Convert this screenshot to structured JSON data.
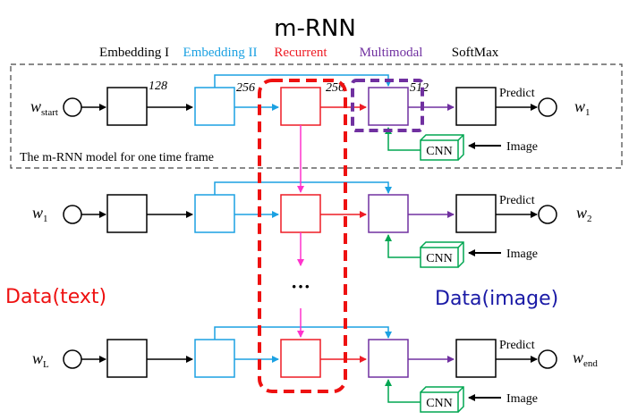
{
  "diagram": {
    "title": "m-RNN",
    "headers": {
      "embedding1": "Embedding I",
      "embedding2": "Embedding II",
      "recurrent": "Recurrent",
      "multimodal": "Multimodal",
      "softmax": "SoftMax"
    },
    "dims": {
      "d128": "128",
      "d256a": "256",
      "d256b": "256",
      "d512": "512"
    },
    "frame_caption": "The m-RNN model for one time frame",
    "rows": [
      {
        "input_main": "w",
        "input_sub": "start",
        "output_main": "w",
        "output_sub": "1"
      },
      {
        "input_main": "w",
        "input_sub": "1",
        "output_main": "w",
        "output_sub": "2"
      },
      {
        "input_main": "w",
        "input_sub": "L",
        "output_main": "w",
        "output_sub": "end"
      }
    ],
    "predict_label": "Predict",
    "cnn_label": "CNN",
    "image_label": "Image",
    "ellipsis": "···",
    "side_labels": {
      "left": "Data(text)",
      "right": "Data(image)"
    },
    "colors": {
      "black": "#000000",
      "embedding2": "#1ba1e2",
      "recurrent": "#ee1c25",
      "multimodal": "#7030a0",
      "cnn": "#00a651",
      "recurrent_arrow": "#ff33cc",
      "data_text": "#ee1111",
      "data_image": "#1a1aa6"
    }
  }
}
